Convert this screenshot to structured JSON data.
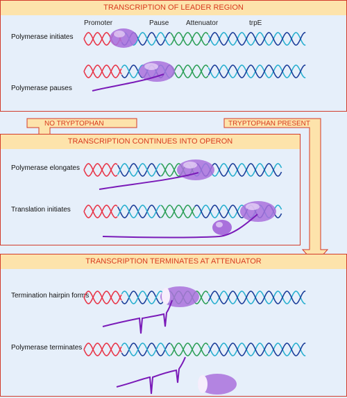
{
  "panel1": {
    "title": "TRANSCRIPTION OF LEADER REGION",
    "top_labels": {
      "promoter": "Promoter",
      "pause": "Pause",
      "attenuator": "Attenuator",
      "trpe": "trpE"
    },
    "row1": "Polymerase initiates",
    "row2": "Polymerase pauses"
  },
  "branch_left": "NO TRYPTOPHAN",
  "branch_right": "TRYPTOPHAN PRESENT",
  "panel2": {
    "title": "TRANSCRIPTION CONTINUES INTO OPERON",
    "row1": "Polymerase elongates",
    "row2": "Translation initiates"
  },
  "panel3": {
    "title": "TRANSCRIPTION TERMINATES AT ATTENUATOR",
    "row1": "Termination hairpin forms",
    "row2": "Polymerase terminates"
  },
  "colors": {
    "promoter_strand": "#e8374a",
    "pause_strand": "#1d3f9a",
    "attenuator_strand": "#2fa05a",
    "gene_strand": "#2ab0d0",
    "polymerase": "#9a5ccc",
    "rna": "#7a1ab8"
  }
}
